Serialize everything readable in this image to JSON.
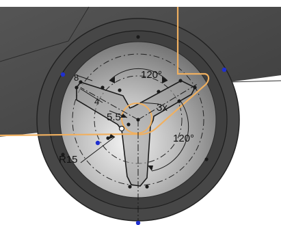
{
  "viewport": {
    "background": "#ffffff",
    "body_color": "#4a4a4a",
    "highlight_color": "#f0b060",
    "point_color": "#1a1a1a",
    "constraint_point_color": "#1f2fd0"
  },
  "sketch_dimensions": {
    "angle_top": "120°",
    "angle_right": "120°",
    "pattern_count": "3x",
    "width_5_5": "5.5",
    "left_dim_4": "4",
    "left_dim_8": "8",
    "radius_label": "R15"
  }
}
